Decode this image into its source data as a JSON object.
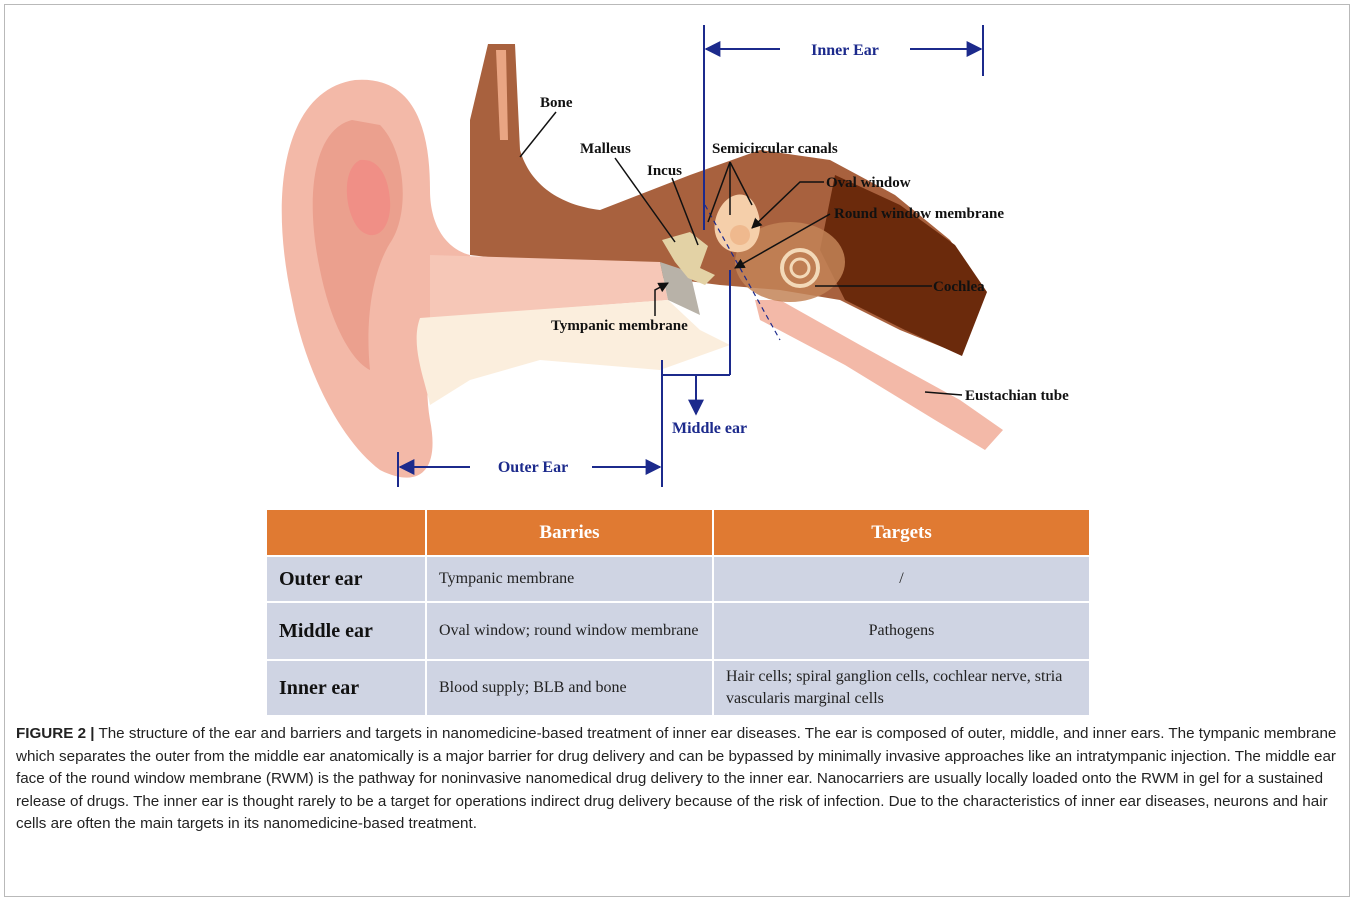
{
  "figure": {
    "labels": {
      "inner_ear": "Inner Ear",
      "bone": "Bone",
      "malleus": "Malleus",
      "incus": "Incus",
      "semicircular_canals": "Semicircular canals",
      "oval_window": "Oval window",
      "round_window_membrane": "Round window membrane",
      "cochlea": "Cochlea",
      "tympanic_membrane": "Tympanic membrane",
      "eustachian_tube": "Eustachian tube",
      "middle_ear": "Middle ear",
      "outer_ear": "Outer Ear"
    },
    "colors": {
      "pinna": "#f3b9a8",
      "bone": "#a8613e",
      "dark_bone": "#6b2a0c",
      "canal": "#f6c7b7",
      "cartilage": "#fbeedd",
      "arrow_blue": "#1c2a8c"
    }
  },
  "table": {
    "header": [
      "",
      "Barries",
      "Targets"
    ],
    "rows": [
      {
        "name": "Outer ear",
        "barriers": "Tympanic  membrane",
        "targets": "/"
      },
      {
        "name": "Middle ear",
        "barriers": "Oval window;  round window membrane",
        "targets": "Pathogens"
      },
      {
        "name": "Inner ear",
        "barriers": "Blood supply;  BLB and bone",
        "targets": "Hair cells;  spiral ganglion  cells,  cochlear nerve,  stria  vascularis  marginal  cells"
      }
    ],
    "colors": {
      "header_bg": "#e07a32",
      "cell_bg": "#cfd4e3"
    }
  },
  "caption": {
    "label": "FIGURE 2 |",
    "text": " The structure of the ear and barriers and targets in nanomedicine-based treatment of inner ear diseases. The ear is composed of outer, middle, and inner ears. The tympanic membrane which separates the outer from the middle ear anatomically is a major barrier for drug delivery and can be bypassed by minimally invasive approaches like an intratympanic injection. The middle ear face of the round window membrane (RWM) is the pathway for noninvasive nanomedical drug delivery to the inner ear. Nanocarriers are usually locally loaded onto the RWM in gel for a sustained release of drugs. The inner ear is thought rarely to be a target for operations indirect drug delivery because of the risk of infection. Due to the characteristics of inner ear diseases, neurons and hair cells are often the main targets in its nanomedicine-based treatment."
  }
}
